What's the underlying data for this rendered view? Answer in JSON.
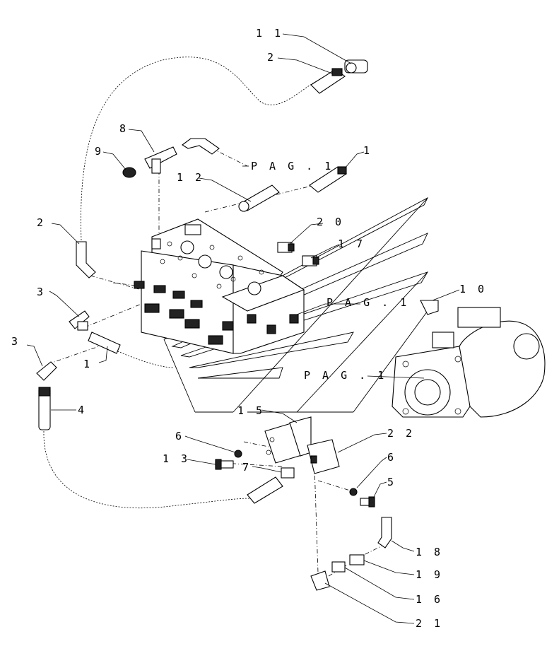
{
  "diagram": {
    "callouts": [
      {
        "id": "c11",
        "text": "1 1"
      },
      {
        "id": "c2a",
        "text": "2"
      },
      {
        "id": "c8",
        "text": "8"
      },
      {
        "id": "c9",
        "text": "9"
      },
      {
        "id": "c1a",
        "text": "1"
      },
      {
        "id": "c12",
        "text": "1 2"
      },
      {
        "id": "cpag1",
        "text": "P A G . 1"
      },
      {
        "id": "c2b",
        "text": "2"
      },
      {
        "id": "c20",
        "text": "2 0"
      },
      {
        "id": "c17",
        "text": "1 7"
      },
      {
        "id": "c3a",
        "text": "3"
      },
      {
        "id": "c10",
        "text": "1 0"
      },
      {
        "id": "cpag2",
        "text": "P A G . 1"
      },
      {
        "id": "c3b",
        "text": "3"
      },
      {
        "id": "c1b",
        "text": "1"
      },
      {
        "id": "cpag3",
        "text": "P A G . 1"
      },
      {
        "id": "c4",
        "text": "4"
      },
      {
        "id": "c15",
        "text": "1 5"
      },
      {
        "id": "c22",
        "text": "2 2"
      },
      {
        "id": "c6a",
        "text": "6"
      },
      {
        "id": "c6b",
        "text": "6"
      },
      {
        "id": "c13",
        "text": "1 3"
      },
      {
        "id": "c7",
        "text": "7"
      },
      {
        "id": "c5",
        "text": "5"
      },
      {
        "id": "c18",
        "text": "1 8"
      },
      {
        "id": "c19",
        "text": "1 9"
      },
      {
        "id": "c16",
        "text": "1 6"
      },
      {
        "id": "c21",
        "text": "2 1"
      }
    ]
  }
}
